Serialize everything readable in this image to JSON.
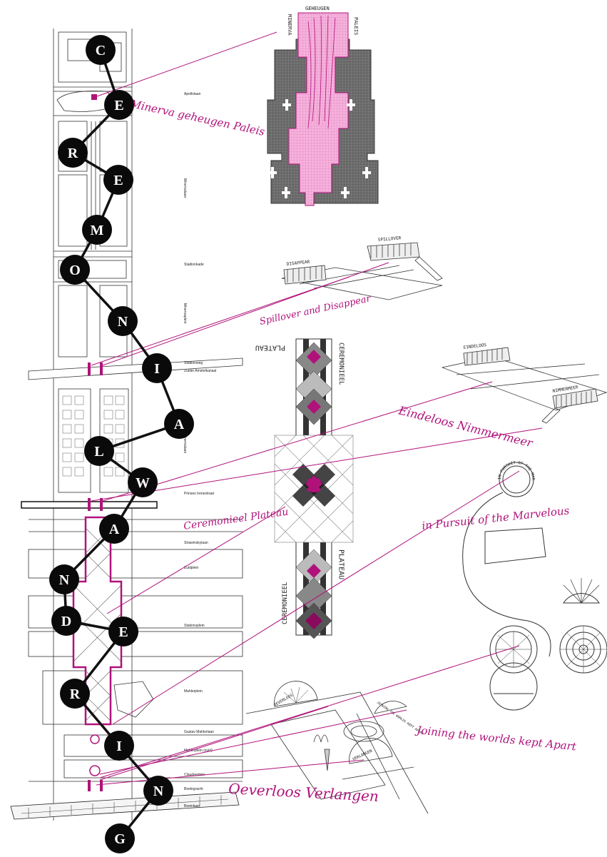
{
  "colors": {
    "accent": "#b0127a",
    "ink": "#111111",
    "grid": "#555555",
    "pinkfill": "#f3a6d6"
  },
  "sequence": {
    "letters": [
      "C",
      "E",
      "R",
      "E",
      "M",
      "O",
      "N",
      "I",
      "A",
      "L",
      "W",
      "A",
      "N",
      "D",
      "E",
      "R",
      "I",
      "N",
      "G"
    ]
  },
  "streets": [
    "Apollolaan",
    "Minervalaan",
    "Stadionkade",
    "Minervaplein",
    "Stadionweg",
    "Zuider Amstelkanaal",
    "Minervalaan",
    "Prinses Irenestraat",
    "Strawinskylaan",
    "Zuidplein",
    "Stationsplein",
    "Mahlerplein",
    "Gustav Mahlerlaan",
    "Mahlerplein (zuid)",
    "Claudeeplein",
    "Boelegracht",
    "Boeinlaan"
  ],
  "annotations": {
    "minerva": "Minerva geheugen Paleis",
    "spillover": "Spillover and Disappear",
    "eindeloos": "Eindeloos Nimmermeer",
    "ceremonieel": "Ceremonieel Plateau",
    "pursuit": "in Pursuit of the Marvelous",
    "joining": "Joining the worlds kept Apart",
    "oeverloos": "Oeverloos Verlangen"
  },
  "labels": {
    "minerva_left": "MINERVA",
    "geheugen": "GEHEUGEN",
    "paleis": "PALEIS",
    "spillover_cap": "SPILLOVER",
    "disappear_cap": "DISAPPEAR",
    "eindeloos_cap": "EINDELOOS",
    "nimmermeer_cap": "NIMMERMEER",
    "plateau_top": "PLATEAU",
    "ceremonieel_top": "CEREMONIEEL",
    "ceremonieel_bottom": "CEREMONIEEL",
    "plateau_bottom": "PLATEAU",
    "pursuit_ring": "IN PURSUIT OF THE MARVELOUS",
    "oeverloos_cap": "OEVERLOOS",
    "joining_cap": "JOINING THE WORLDS KEPT APART",
    "verlangen_cap": "VERLANGEN"
  }
}
